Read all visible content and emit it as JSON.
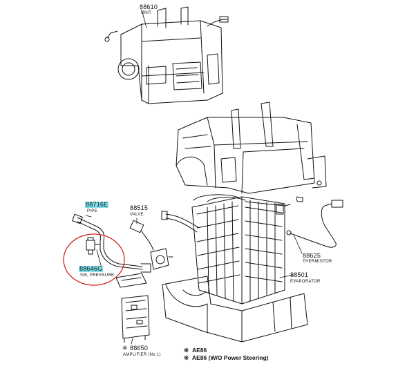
{
  "parts": [
    {
      "code": "88610",
      "name": "UNIT",
      "highlight": false
    },
    {
      "code": "88716E",
      "name": "PIPE",
      "highlight": true
    },
    {
      "code": "88515",
      "name": "VALVE",
      "highlight": false
    },
    {
      "code": "88646G",
      "name": "SW, PRESSURE",
      "highlight": true
    },
    {
      "code": "88625",
      "name": "THERMISTOR",
      "highlight": false
    },
    {
      "code": "88501",
      "name": "EVAPORATOR",
      "highlight": false
    },
    {
      "code": "88650",
      "name": "AMPLIFIER (No.1)",
      "highlight": false
    }
  ],
  "notes": {
    "mark_line_1": "※",
    "mark_line_1_text": "AE86",
    "mark_line_2": "※",
    "mark_line_2_text": "AE86 (W/O Power Steering)",
    "amplifier_mark": "※"
  },
  "colors": {
    "line": "#111111",
    "highlight": "#80e0ea",
    "annotation_circle": "#d42020"
  }
}
